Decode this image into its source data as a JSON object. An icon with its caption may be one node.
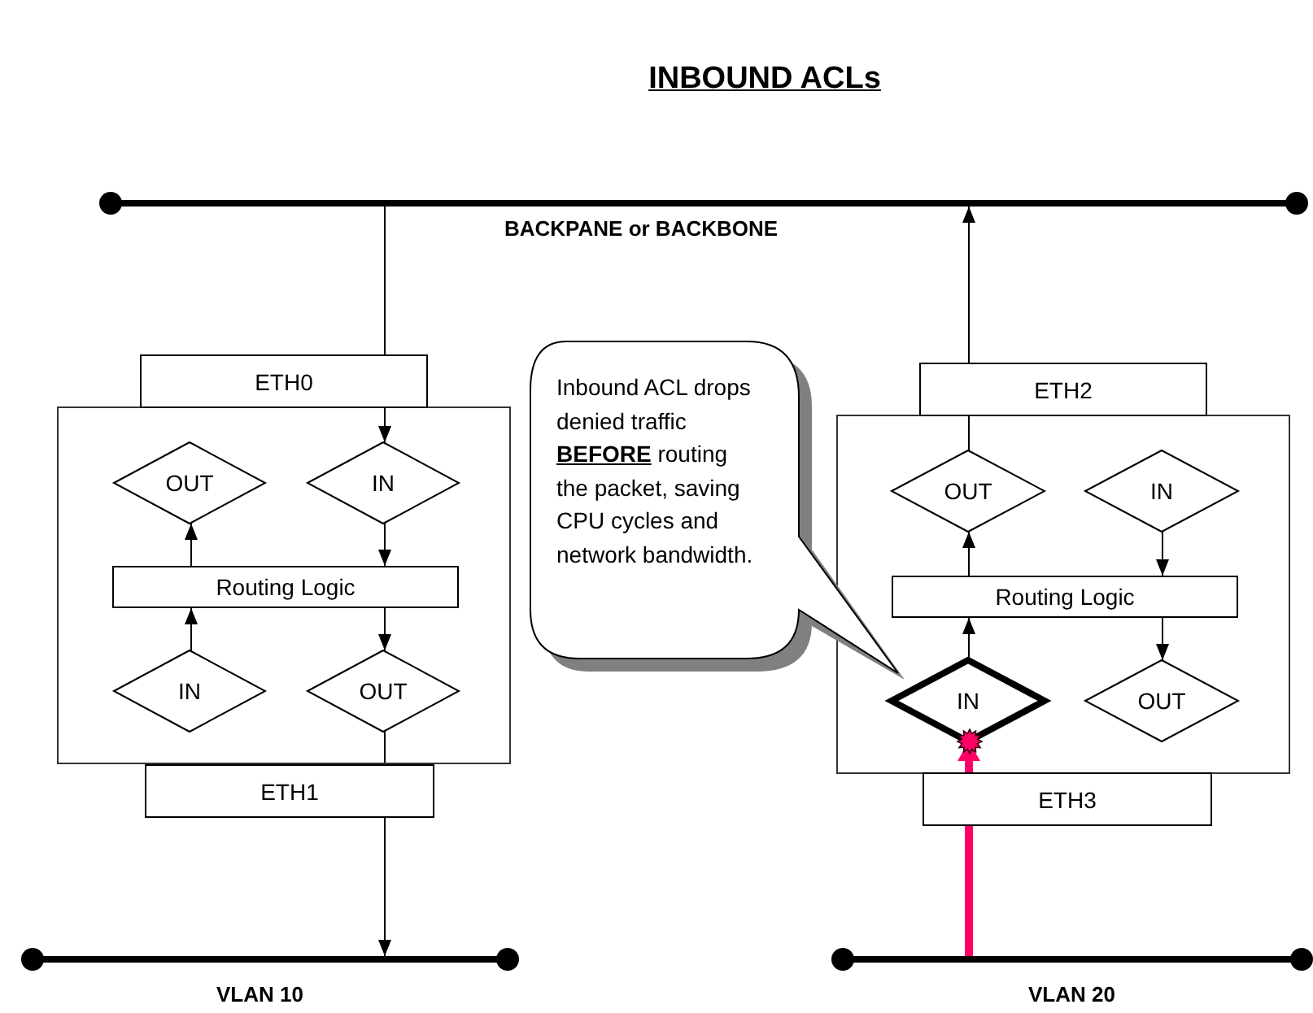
{
  "diagram": {
    "title": "INBOUND ACLs",
    "nodes": [
      {
        "text": [],
        "shape": "bar",
        "beside": [
          "BACKPANE or BACKBONE"
        ]
      },
      {
        "text": [],
        "shape": "bar",
        "beside": [
          "VLAN 10"
        ]
      },
      {
        "text": [],
        "shape": "bar",
        "beside": [
          "VLAN 20"
        ]
      },
      {
        "text": [],
        "shape": "box"
      },
      {
        "text": [
          "ETH0"
        ]
      },
      {
        "text": [
          "OUT"
        ],
        "in": 3
      },
      {
        "text": [
          "IN"
        ],
        "in": 3
      },
      {
        "text": [
          "Routing Logic"
        ],
        "in": 3
      },
      {
        "text": [
          "IN"
        ],
        "in": 3
      },
      {
        "text": [
          "OUT"
        ],
        "in": 3
      },
      {
        "text": [
          "ETH1"
        ]
      },
      {
        "text": [
          "Inbound ACL drops denied traffic **BEFORE** routing the packet, saving CPU cycles and network bandwidth."
        ]
      },
      {
        "text": [],
        "shape": "box"
      },
      {
        "text": [
          "ETH2"
        ]
      },
      {
        "text": [
          "OUT"
        ],
        "in": 12
      },
      {
        "text": [
          "IN"
        ],
        "in": 12
      },
      {
        "text": [
          "Routing Logic"
        ],
        "in": 12
      },
      {
        "text": [
          "IN"
        ],
        "in": 12
      },
      {
        "text": [
          "OUT"
        ],
        "in": 12
      },
      {
        "text": [
          "ETH3"
        ]
      }
    ],
    "edges": [
      {
        "from": 0,
        "to": 4,
        "arrow": "none"
      },
      {
        "from": 4,
        "to": 6,
        "arrow": "to"
      },
      {
        "from": 6,
        "to": 7,
        "arrow": "to"
      },
      {
        "from": 7,
        "to": 9,
        "arrow": "to"
      },
      {
        "from": 9,
        "to": 10,
        "arrow": "none"
      },
      {
        "from": 10,
        "to": 1,
        "arrow": "to"
      },
      {
        "from": 8,
        "to": 7,
        "arrow": "to"
      },
      {
        "from": 7,
        "to": 5,
        "arrow": "to"
      },
      {
        "from": 2,
        "to": 19,
        "arrow": "none",
        "style": "thick",
        "color": "#ff0066"
      },
      {
        "from": 19,
        "to": 17,
        "arrow": "to",
        "style": "thick",
        "color": "#ff0066"
      },
      {
        "from": 17,
        "to": 16,
        "arrow": "to"
      },
      {
        "from": 16,
        "to": 14,
        "arrow": "to"
      },
      {
        "from": 14,
        "to": 13,
        "arrow": "none"
      },
      {
        "from": 13,
        "to": 0,
        "arrow": "to"
      },
      {
        "from": 15,
        "to": 16,
        "arrow": "to"
      },
      {
        "from": 16,
        "to": 18,
        "arrow": "to"
      }
    ]
  }
}
